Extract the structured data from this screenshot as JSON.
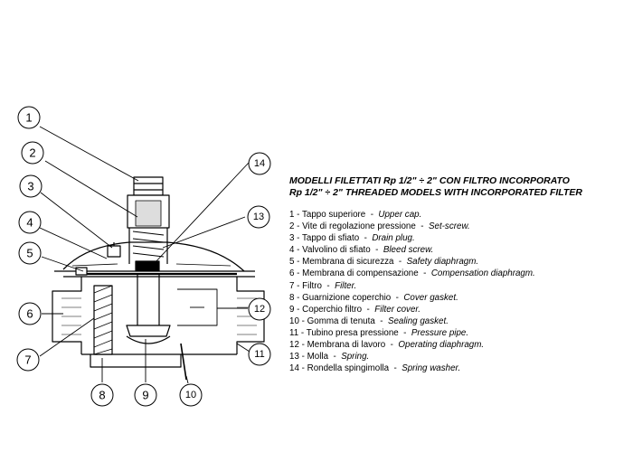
{
  "legend": {
    "title_it": "MODELLI FILETTATI Rp 1/2\" ÷ 2\"  CON FILTRO INCORPORATO",
    "title_en": "Rp 1/2\" ÷ 2\" THREADED MODELS WITH INCORPORATED FILTER",
    "items": [
      {
        "num": "1",
        "it": "Tappo superiore",
        "en": "Upper cap."
      },
      {
        "num": "2",
        "it": "Vite di regolazione pressione",
        "en": "Set-screw."
      },
      {
        "num": "3",
        "it": "Tappo di sfiato",
        "en": "Drain plug."
      },
      {
        "num": "4",
        "it": "Valvolino di sfiato",
        "en": "Bleed screw."
      },
      {
        "num": "5",
        "it": "Membrana di sicurezza",
        "en": "Safety diaphragm."
      },
      {
        "num": "6",
        "it": "Membrana di compensazione",
        "en": "Compensation diaphragm."
      },
      {
        "num": "7",
        "it": "Filtro",
        "en": "Filter."
      },
      {
        "num": "8",
        "it": "Guarnizione coperchio",
        "en": "Cover gasket."
      },
      {
        "num": "9",
        "it": "Coperchio filtro",
        "en": "Filter cover."
      },
      {
        "num": "10",
        "it": "Gomma di tenuta",
        "en": "Sealing gasket."
      },
      {
        "num": "11",
        "it": "Tubino presa pressione",
        "en": "Pressure pipe."
      },
      {
        "num": "12",
        "it": "Membrana di lavoro",
        "en": "Operating diaphragm."
      },
      {
        "num": "13",
        "it": "Molla",
        "en": "Spring."
      },
      {
        "num": "14",
        "it": "Rondella spingimolla",
        "en": "Spring washer."
      }
    ]
  },
  "callouts": [
    "1",
    "2",
    "3",
    "4",
    "5",
    "6",
    "7",
    "8",
    "9",
    "10",
    "11",
    "12",
    "13",
    "14"
  ]
}
